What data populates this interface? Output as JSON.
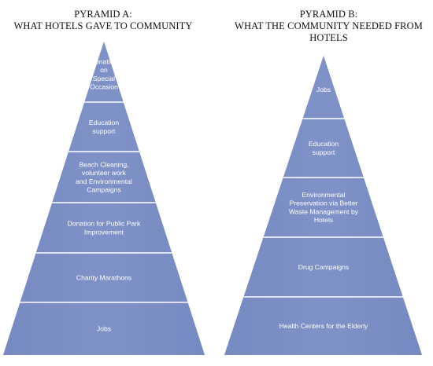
{
  "pyramid_a": {
    "title_line1": "PYRAMID A:",
    "title_line2": "WHAT HOTELS GAVE TO COMMUNITY",
    "levels": [
      {
        "lines": [
          "Donation",
          "on",
          "Special",
          "Occasion"
        ]
      },
      {
        "lines": [
          "Education",
          "support"
        ]
      },
      {
        "lines": [
          "Beach Cleaning,",
          "volunteer work",
          "and Environmental",
          "Campaigns"
        ]
      },
      {
        "lines": [
          "Donation for Public Park",
          "Improvement"
        ]
      },
      {
        "lines": [
          "Charity Marathons"
        ]
      },
      {
        "lines": [
          "Jobs"
        ]
      }
    ]
  },
  "pyramid_b": {
    "title_line1": "PYRAMID B:",
    "title_line2": "WHAT THE COMMUNITY NEEDED FROM",
    "title_line3": "HOTELS",
    "levels": [
      {
        "lines": [
          "Jobs"
        ]
      },
      {
        "lines": [
          "Education",
          "support"
        ]
      },
      {
        "lines": [
          "Environmental",
          "Preservation via Better",
          "Waste Management by",
          "Hotels"
        ]
      },
      {
        "lines": [
          "Drug Campaigns"
        ]
      },
      {
        "lines": [
          "Health Centers for the Elderly"
        ]
      }
    ]
  },
  "colors": {
    "fill": "#7b8fc4",
    "divider": "#ffffff"
  }
}
